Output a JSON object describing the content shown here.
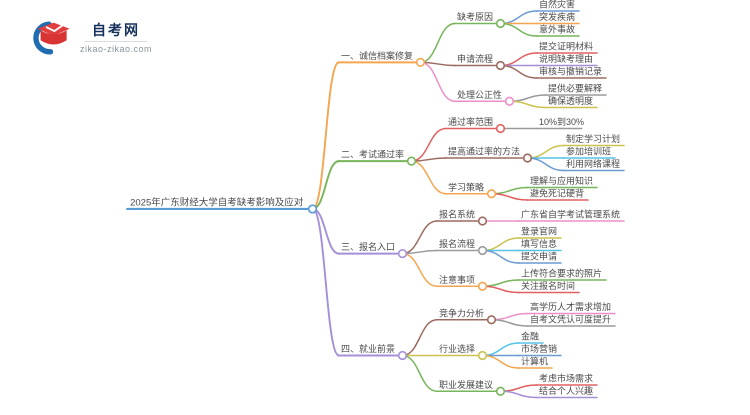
{
  "logo": {
    "title": "自考网",
    "domain": "zikao-zikao.com",
    "icon_colors": {
      "crescent_blue": "#1f6cb0",
      "cap_red": "#e03e3e"
    }
  },
  "palette": {
    "root_blue": "#5b9bd5",
    "orange": "#f5a54f",
    "green": "#77b55a",
    "red": "#e06060",
    "purple": "#a58fd8",
    "brown": "#9c6b5f",
    "pink": "#ec8fc8",
    "gray": "#9a9a9a",
    "olive": "#ccc24f",
    "cyan": "#53c3e8",
    "blue": "#6b9bd2"
  },
  "mindmap": {
    "root": {
      "label": "2025年广东财经大学自考缺考影响及应对",
      "color": "#5b9bd5",
      "children": [
        {
          "label": "一、诚信档案修复",
          "color": "#f5a54f",
          "children": [
            {
              "label": "缺考原因",
              "color": "#77b55a",
              "children": [
                {
                  "label": "自然灾害",
                  "color": "#6b9bd2"
                },
                {
                  "label": "突发疾病",
                  "color": "#f5a54f"
                },
                {
                  "label": "意外事故",
                  "color": "#77b55a"
                }
              ]
            },
            {
              "label": "申请流程",
              "color": "#9c6b5f",
              "children": [
                {
                  "label": "提交证明材料",
                  "color": "#e06060"
                },
                {
                  "label": "说明缺考理由",
                  "color": "#a58fd8"
                },
                {
                  "label": "审核与撤销记录",
                  "color": "#9c6b5f"
                }
              ]
            },
            {
              "label": "处理公正性",
              "color": "#ec8fc8",
              "children": [
                {
                  "label": "提供必要解释",
                  "color": "#9a9a9a"
                },
                {
                  "label": "确保透明度",
                  "color": "#ccc24f"
                }
              ]
            }
          ]
        },
        {
          "label": "二、考试通过率",
          "color": "#77b55a",
          "children": [
            {
              "label": "通过率范围",
              "color": "#e06060",
              "children": [
                {
                  "label": "10%到30%",
                  "color": "#9a9a9a"
                }
              ]
            },
            {
              "label": "提高通过率的方法",
              "color": "#9c6b5f",
              "children": [
                {
                  "label": "制定学习计划",
                  "color": "#ccc24f"
                },
                {
                  "label": "参加培训班",
                  "color": "#53c3e8"
                },
                {
                  "label": "利用网络课程",
                  "color": "#6b9bd2"
                }
              ]
            },
            {
              "label": "学习策略",
              "color": "#f5a54f",
              "children": [
                {
                  "label": "理解与应用知识",
                  "color": "#77b55a"
                },
                {
                  "label": "避免死记硬背",
                  "color": "#e06060"
                }
              ]
            }
          ]
        },
        {
          "label": "三、报名入口",
          "color": "#a58fd8",
          "children": [
            {
              "label": "报名系统",
              "color": "#9c6b5f",
              "children": [
                {
                  "label": "广东省自学考试管理系统",
                  "color": "#ec8fc8"
                }
              ]
            },
            {
              "label": "报名流程",
              "color": "#9a9a9a",
              "children": [
                {
                  "label": "登录官网",
                  "color": "#ccc24f"
                },
                {
                  "label": "填写信息",
                  "color": "#53c3e8"
                },
                {
                  "label": "提交申请",
                  "color": "#6b9bd2"
                }
              ]
            },
            {
              "label": "注意事项",
              "color": "#f5a54f",
              "children": [
                {
                  "label": "上传符合要求的照片",
                  "color": "#77b55a"
                },
                {
                  "label": "关注报名时间",
                  "color": "#e06060"
                }
              ]
            }
          ]
        },
        {
          "label": "四、就业前景",
          "color": "#a58fd8",
          "children": [
            {
              "label": "竞争力分析",
              "color": "#9c6b5f",
              "children": [
                {
                  "label": "高学历人才需求增加",
                  "color": "#ec8fc8"
                },
                {
                  "label": "自考文凭认可度提升",
                  "color": "#9a9a9a"
                }
              ]
            },
            {
              "label": "行业选择",
              "color": "#ccc24f",
              "children": [
                {
                  "label": "金融",
                  "color": "#53c3e8"
                },
                {
                  "label": "市场营销",
                  "color": "#6b9bd2"
                },
                {
                  "label": "计算机",
                  "color": "#f5a54f"
                }
              ]
            },
            {
              "label": "职业发展建议",
              "color": "#77b55a",
              "children": [
                {
                  "label": "考虑市场需求",
                  "color": "#e06060"
                },
                {
                  "label": "结合个人兴趣",
                  "color": "#a58fd8"
                }
              ]
            }
          ]
        }
      ]
    }
  }
}
